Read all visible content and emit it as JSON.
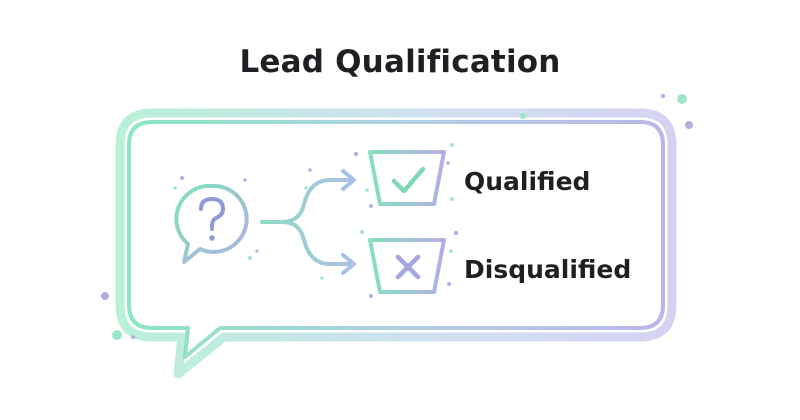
{
  "title": "Lead Qualification",
  "icons": {
    "question": "question-bubble-icon",
    "branch": "branch-arrow-icon",
    "qualified": "check-basket-icon",
    "disqualified": "x-basket-icon"
  },
  "outcomes": {
    "qualified": "Qualified",
    "disqualified": "Disqualified"
  },
  "colors": {
    "green": "#7fe3b8",
    "purple": "#b4aee6",
    "blue": "#a9c3e8",
    "text": "#1f1f24"
  }
}
